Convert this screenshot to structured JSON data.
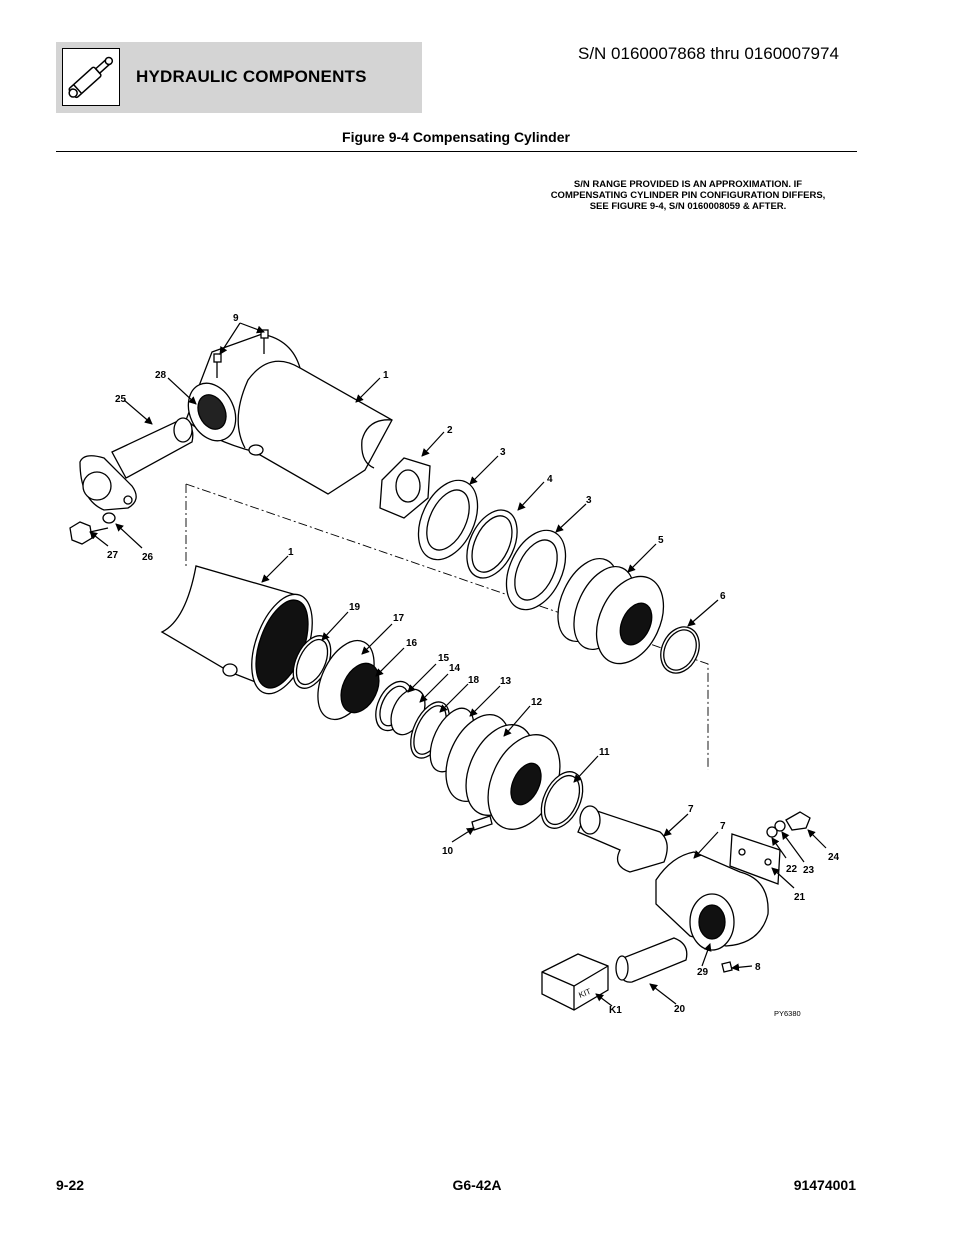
{
  "header": {
    "section_title": "HYDRAULIC COMPONENTS",
    "icon": "hydraulic-cylinder-icon",
    "serial_range": "S/N 0160007868 thru 0160007974"
  },
  "figure": {
    "title": "Figure 9-4 Compensating Cylinder",
    "note_lines": [
      "S/N RANGE PROVIDED IS AN APPROXIMATION. IF",
      "COMPENSATING CYLINDER PIN CONFIGURATION DIFFERS,",
      "SEE FIGURE 9-4, S/N 0160008059 & AFTER."
    ],
    "drawing_code": "PY6380",
    "kit_box_text": "KIT",
    "callouts": [
      "9",
      "28",
      "1",
      "25",
      "2",
      "3",
      "4",
      "3",
      "5",
      "6",
      "27",
      "26",
      "1",
      "19",
      "17",
      "16",
      "15",
      "14",
      "18",
      "13",
      "12",
      "11",
      "10",
      "7",
      "7",
      "24",
      "22",
      "23",
      "21",
      "8",
      "29",
      "20",
      "K1"
    ]
  },
  "footer": {
    "page_number": "9-22",
    "model": "G6-42A",
    "doc_number": "91474001"
  }
}
